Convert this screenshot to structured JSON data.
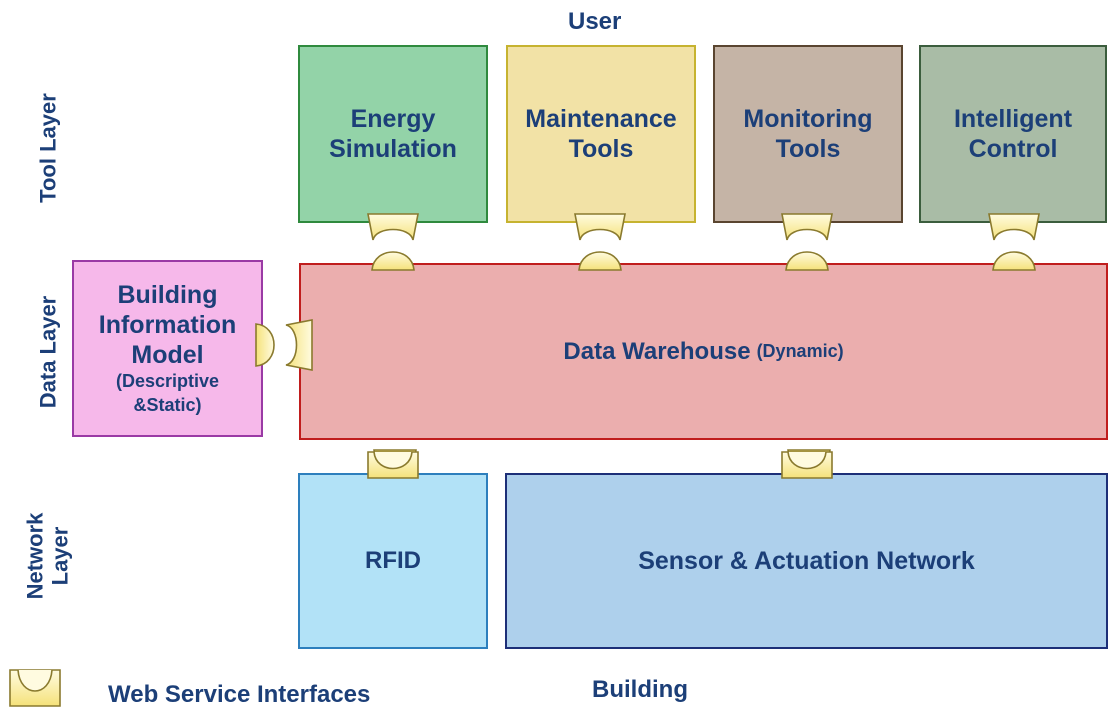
{
  "top_label": "User",
  "bottom_label": "Building",
  "layers": {
    "tool": "Tool Layer",
    "data": "Data Layer",
    "network_line1": "Network",
    "network_line2": "Layer"
  },
  "tools": [
    {
      "line1": "Energy",
      "line2": "Simulation",
      "fill": "#93d3a8",
      "border": "#2f8a3e"
    },
    {
      "line1": "Maintenance",
      "line2": "Tools",
      "fill": "#f2e2a6",
      "border": "#c6b330"
    },
    {
      "line1": "Monitoring",
      "line2": "Tools",
      "fill": "#c5b4a6",
      "border": "#5a4530"
    },
    {
      "line1": "Intelligent",
      "line2": "Control",
      "fill": "#a9bca6",
      "border": "#3b5d3d"
    }
  ],
  "bim": {
    "line1": "Building",
    "line2": "Information",
    "line3": "Model",
    "line4": "(Descriptive",
    "line5": "&Static)",
    "fill": "#f6b8ea",
    "border": "#9a3aa5"
  },
  "data_warehouse": {
    "label": "Data Warehouse",
    "qualifier": "(Dynamic)",
    "fill": "#ebaeae",
    "border": "#c01d1d"
  },
  "rfid": {
    "label": "RFID",
    "fill": "#b2e2f7",
    "border": "#2d7fbd"
  },
  "sensor_network": {
    "label": "Sensor & Actuation Network",
    "fill": "#aed0ec",
    "border": "#1d2f78"
  },
  "legend": {
    "label": "Web Service Interfaces"
  },
  "colors": {
    "text": "#1c3f78",
    "connector_fill": "#fff3a8",
    "connector_stroke": "#8a7a2e"
  }
}
